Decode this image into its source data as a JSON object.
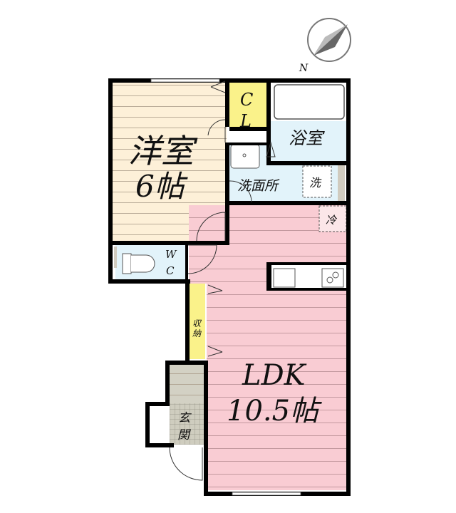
{
  "compass": {
    "north_label": "N",
    "icon": "compass-icon"
  },
  "rooms": {
    "western": {
      "name": "洋室",
      "size": "6帖",
      "color": "#fdf0d8"
    },
    "closet": {
      "line1": "C",
      "line2": "L",
      "color": "#faf28a"
    },
    "bath": {
      "name": "浴室",
      "color": "#e2f3fa"
    },
    "washroom": {
      "name": "洗面所",
      "color": "#e2f3fa"
    },
    "washer": {
      "label": "洗"
    },
    "fridge": {
      "label": "冷"
    },
    "wc": {
      "line1": "W",
      "line2": "C",
      "color": "#e2f3fa"
    },
    "storage": {
      "line1": "収",
      "line2": "納",
      "color": "#faf28a"
    },
    "entrance": {
      "line1": "玄",
      "line2": "関",
      "color": "#d3d1c4"
    },
    "ldk": {
      "name": "LDK",
      "size": "10.5帖",
      "color": "#f9ccd3"
    }
  }
}
